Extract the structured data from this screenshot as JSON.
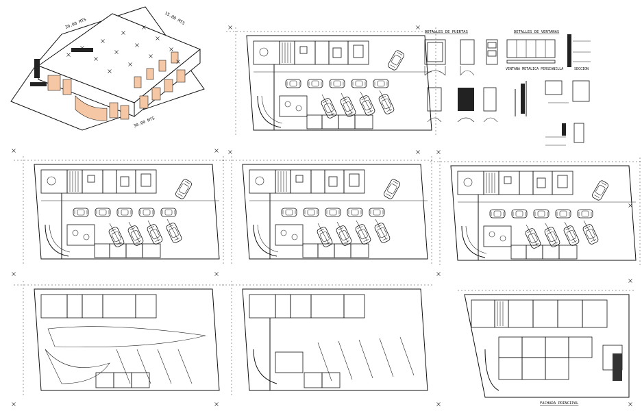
{
  "drawing": {
    "iso_dims": [
      "30.00 MTS",
      "15.00 MTS",
      "30.00 MTS"
    ],
    "details_title_doors": "DETALLES DE PUERTAS",
    "details_title_windows": "DETALLES DE VENTANAS",
    "section_label": "SECCION",
    "stair_note": "VENTANA METALICA PERSIANILLA",
    "facade_label": "FACHADA PRINCIPAL",
    "colors": {
      "ink": "#111111",
      "glow": "#f6c7a4",
      "paper": "#ffffff"
    }
  }
}
